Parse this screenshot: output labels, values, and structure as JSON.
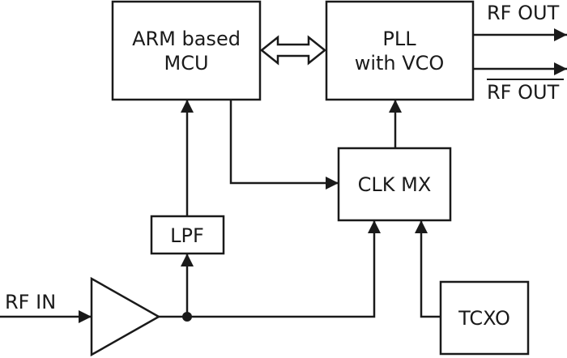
{
  "blocks": {
    "mcu": {
      "line1": "ARM based",
      "line2": "MCU"
    },
    "pll": {
      "line1": "PLL",
      "line2": "with VCO"
    },
    "clkmx": "CLK MX",
    "lpf": "LPF",
    "tcxo": "TCXO"
  },
  "signals": {
    "rf_out": "RF OUT",
    "rf_out_inverted": "RF OUT",
    "rf_in": "RF IN"
  }
}
